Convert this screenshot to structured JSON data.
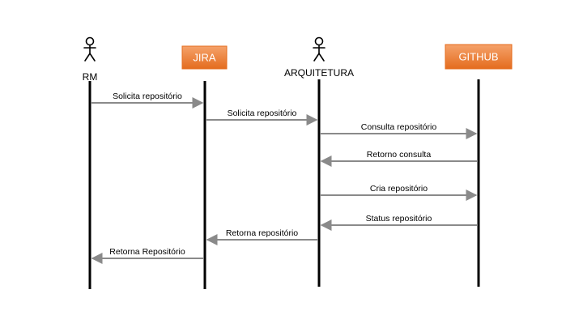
{
  "diagram": {
    "colors": {
      "lifeline": "#000000",
      "arrow": "#8a8a8a",
      "box_top": "#f5a26a",
      "box_bottom": "#e46c1e",
      "box_text": "#ffffff"
    },
    "participants": [
      {
        "id": "rm",
        "kind": "actor",
        "label": "RM"
      },
      {
        "id": "jira",
        "kind": "box",
        "label": "JIRA"
      },
      {
        "id": "arq",
        "kind": "actor",
        "label": "ARQUITETURA"
      },
      {
        "id": "github",
        "kind": "box",
        "label": "GITHUB"
      }
    ],
    "messages": [
      {
        "from": "rm",
        "to": "jira",
        "label": "Solicita repositório"
      },
      {
        "from": "jira",
        "to": "arq",
        "label": "Solicita repositório"
      },
      {
        "from": "arq",
        "to": "github",
        "label": "Consulta repositório"
      },
      {
        "from": "github",
        "to": "arq",
        "label": "Retorno consulta"
      },
      {
        "from": "arq",
        "to": "github",
        "label": "Cria repositório"
      },
      {
        "from": "github",
        "to": "arq",
        "label": "Status repositório"
      },
      {
        "from": "arq",
        "to": "jira",
        "label": "Retorna repositório"
      },
      {
        "from": "jira",
        "to": "rm",
        "label": "Retorna Repositório"
      }
    ]
  }
}
